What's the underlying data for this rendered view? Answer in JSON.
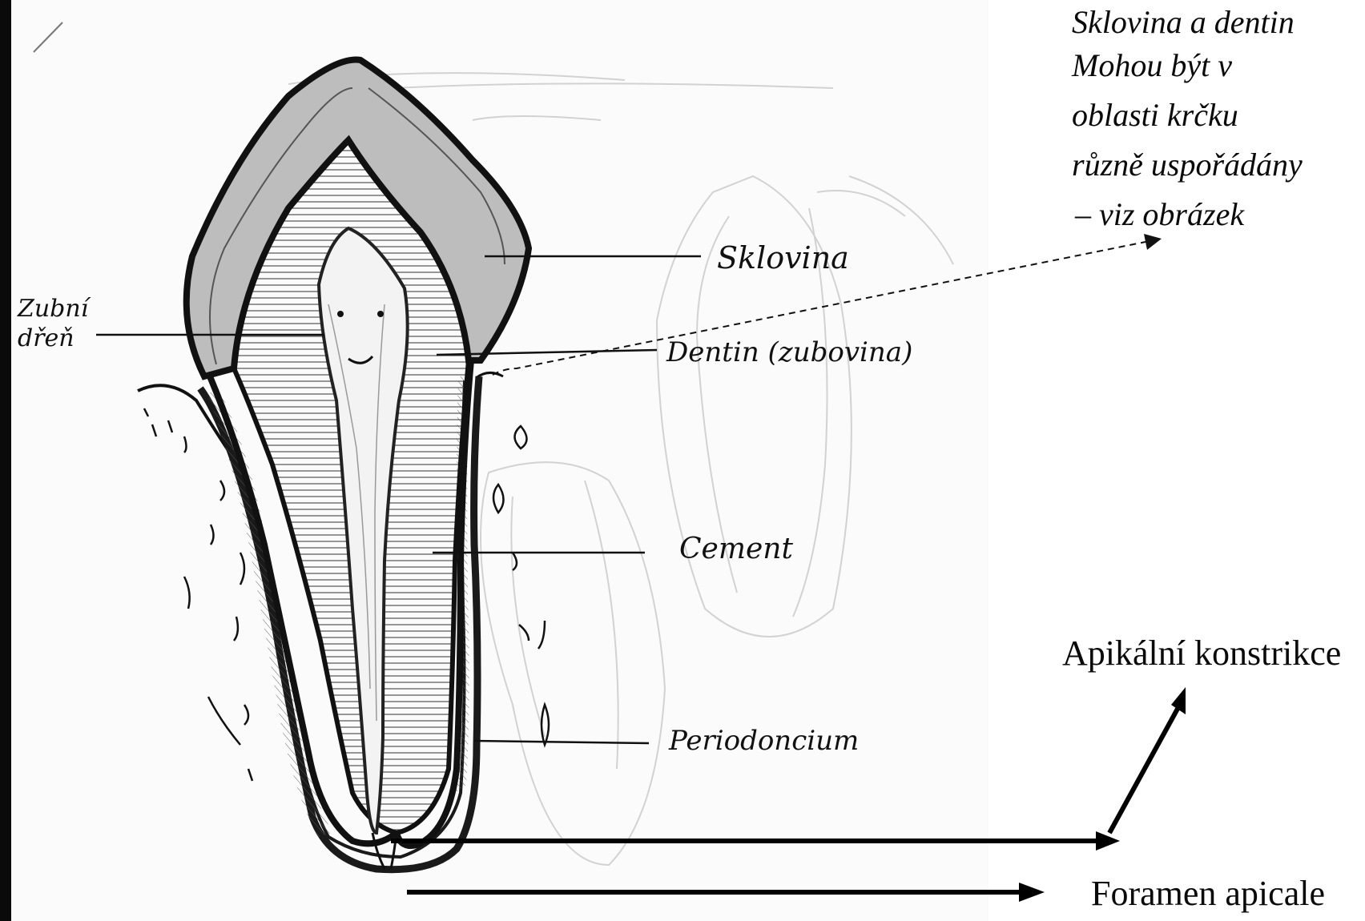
{
  "labels": {
    "sklovina": "Sklovina",
    "dentin": "Dentin (zubovina)",
    "cement": "Cement",
    "periodoncium": "Periodoncium",
    "pulp_line1": "Zubní",
    "pulp_line2": "dřeň"
  },
  "note": {
    "line1": "Sklovina a dentin",
    "line2": "Mohou být v",
    "line3": "oblasti krčku",
    "line4": "různě uspořádány",
    "line5": "– viz obrázek"
  },
  "apical": {
    "constriction": "Apikální konstrikce",
    "foramen": "Foramen apicale"
  },
  "colors": {
    "ink": "#111111",
    "paper": "#fbfbfb",
    "enamel_fill": "#b9b9b9",
    "dentin_fill": "#e4e4e4",
    "pulp_fill": "#f2f2f2",
    "faint_sketch": "#cfcfcf"
  }
}
